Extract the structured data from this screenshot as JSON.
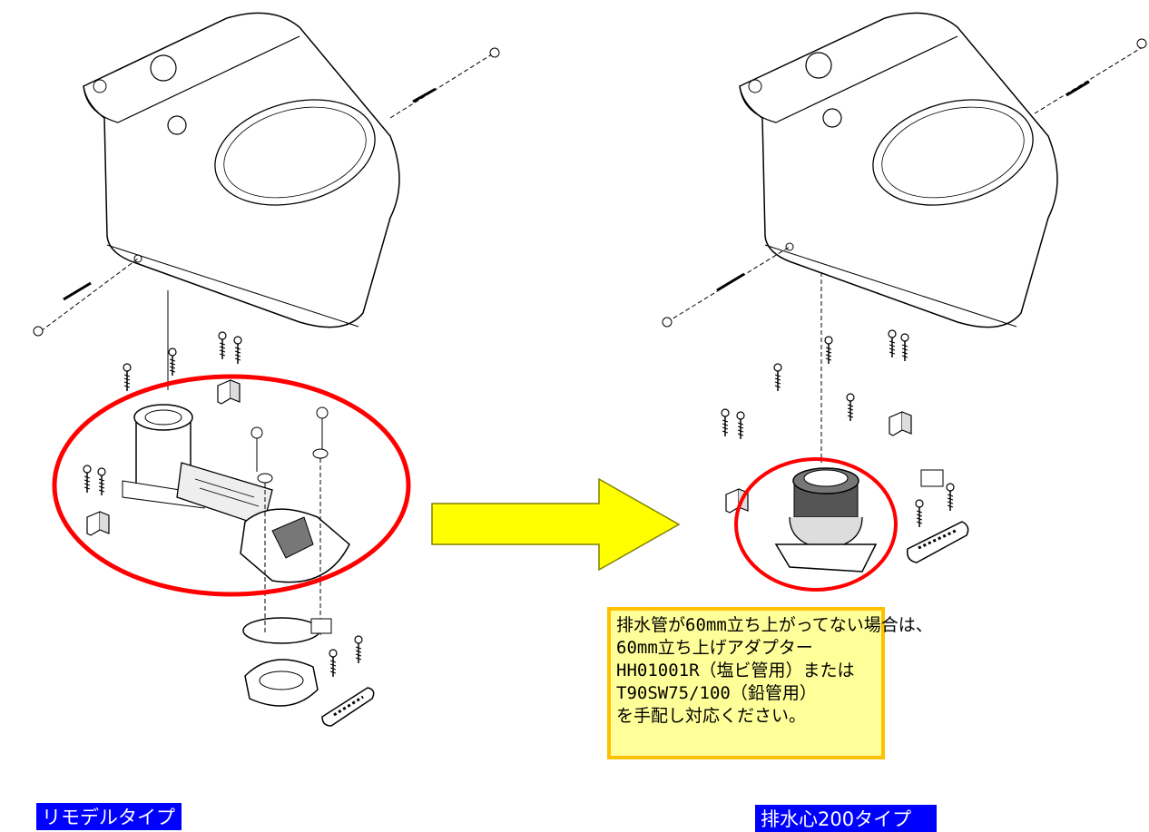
{
  "note": {
    "lines": [
      "排水管が60mm立ち上がってない場合は、",
      "60mm立ち上げアダプター",
      "HH01001R（塩ビ管用）または",
      "T90SW75/100（鉛管用）",
      "を手配し対応ください。"
    ],
    "background": "#ffff99",
    "border_color": "#ffc000"
  },
  "labels": {
    "left": "リモデルタイプ",
    "right": "排水心200タイプ",
    "background": "#0000ff",
    "text_color": "#ffffff"
  },
  "highlights": {
    "ellipse_color": "#ff0000",
    "arrow_fill": "#ffff00",
    "arrow_outline": "#808000"
  },
  "icons": [
    "toilet-bowl",
    "screw",
    "bolt",
    "drain-pipe",
    "floor-flange",
    "gasket",
    "bracket",
    "adapter"
  ]
}
